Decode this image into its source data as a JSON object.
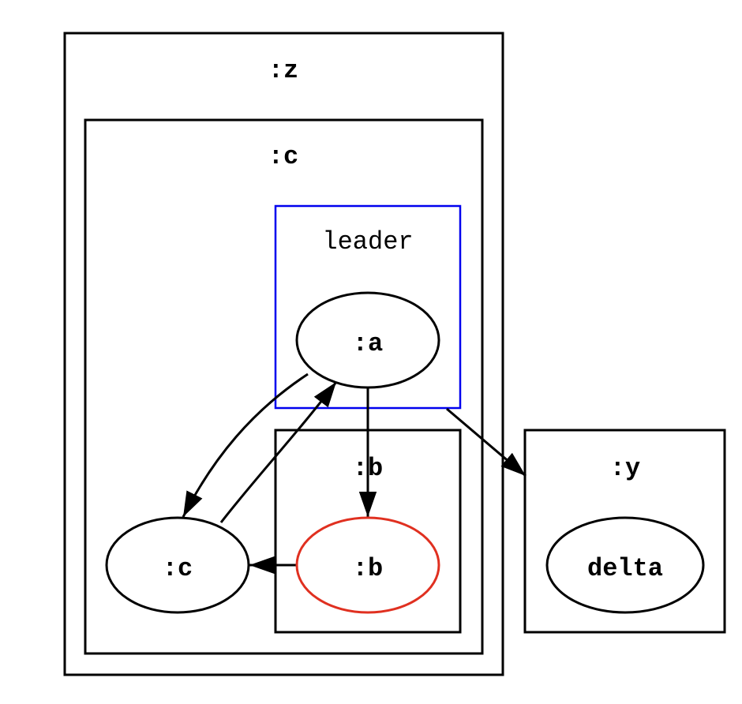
{
  "clusters": {
    "z": {
      "label": ":z"
    },
    "c": {
      "label": ":c"
    },
    "leader": {
      "label": "leader"
    },
    "b": {
      "label": ":b"
    },
    "y": {
      "label": ":y"
    }
  },
  "nodes": {
    "a": {
      "label": ":a"
    },
    "c": {
      "label": ":c"
    },
    "b": {
      "label": ":b"
    },
    "delta": {
      "label": "delta"
    }
  },
  "colors": {
    "leader_border": "#0000ee",
    "highlight_node": "#e03020",
    "default_stroke": "#000000"
  }
}
